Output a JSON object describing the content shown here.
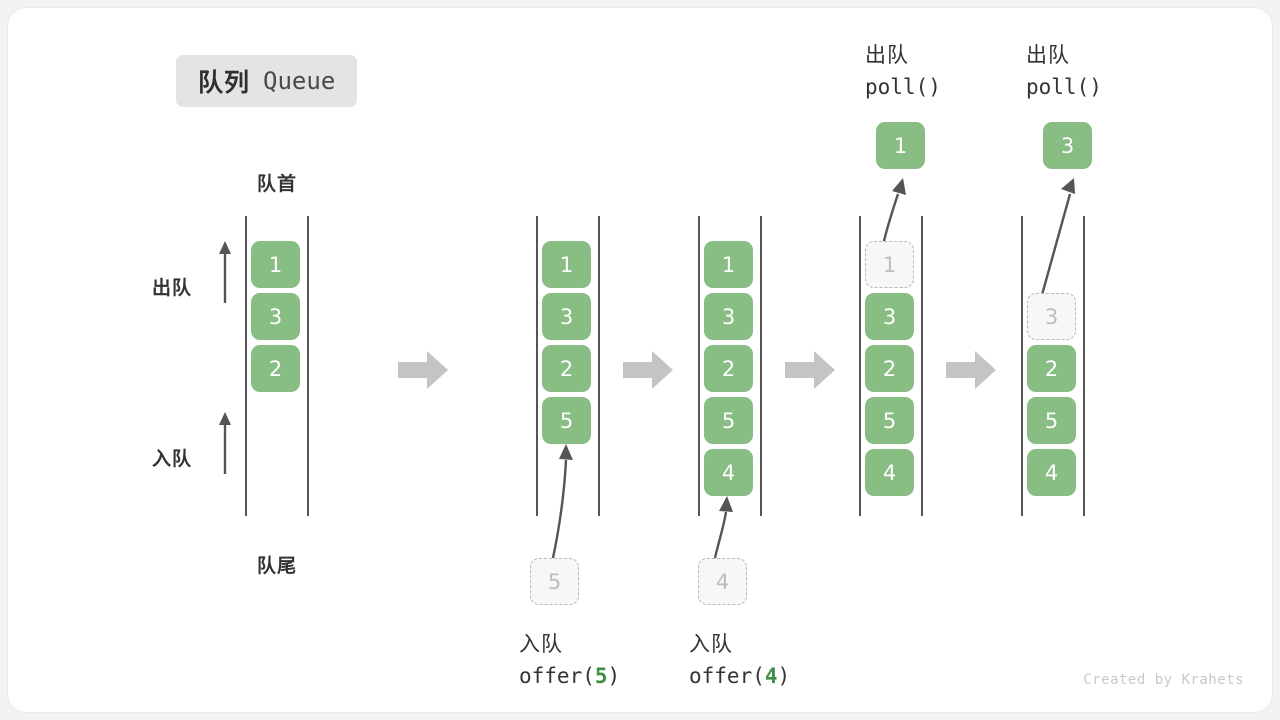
{
  "title": {
    "cn": "队列",
    "en": "Queue"
  },
  "labels": {
    "head": "队首",
    "tail": "队尾",
    "dequeue": "出队",
    "enqueue": "入队"
  },
  "watermark": "Created by Krahets",
  "colors": {
    "cell_fill": "#88bd83",
    "cell_text": "#ffffff",
    "ghost_fill": "#f7f7f7",
    "ghost_border": "#b8b8b8",
    "ghost_text": "#bdbdbd",
    "rail": "#555555",
    "step_arrow": "#c4c4c4",
    "accent_number": "#3f8f46",
    "badge_bg": "#e4e4e4"
  },
  "stages": [
    {
      "id": "stage-initial",
      "cells": [
        "1",
        "3",
        "2"
      ],
      "ghost": null,
      "top_caption": null,
      "bottom_caption": null,
      "popped": null
    },
    {
      "id": "stage-offer-5",
      "cells": [
        "1",
        "3",
        "2",
        "5"
      ],
      "ghost": "5",
      "top_caption": null,
      "bottom_caption": {
        "cn": "入队",
        "code_prefix": "offer(",
        "code_value": "5",
        "code_suffix": ")"
      },
      "popped": null
    },
    {
      "id": "stage-offer-4",
      "cells": [
        "1",
        "3",
        "2",
        "5",
        "4"
      ],
      "ghost": "4",
      "top_caption": null,
      "bottom_caption": {
        "cn": "入队",
        "code_prefix": "offer(",
        "code_value": "4",
        "code_suffix": ")"
      },
      "popped": null
    },
    {
      "id": "stage-poll-1",
      "cells": [
        "3",
        "2",
        "5",
        "4"
      ],
      "ghost": "1",
      "top_caption": {
        "cn": "出队",
        "code": "poll()"
      },
      "popped": "1"
    },
    {
      "id": "stage-poll-3",
      "cells": [
        "2",
        "5",
        "4"
      ],
      "ghost": "3",
      "top_caption": {
        "cn": "出队",
        "code": "poll()"
      },
      "popped": "3"
    }
  ]
}
